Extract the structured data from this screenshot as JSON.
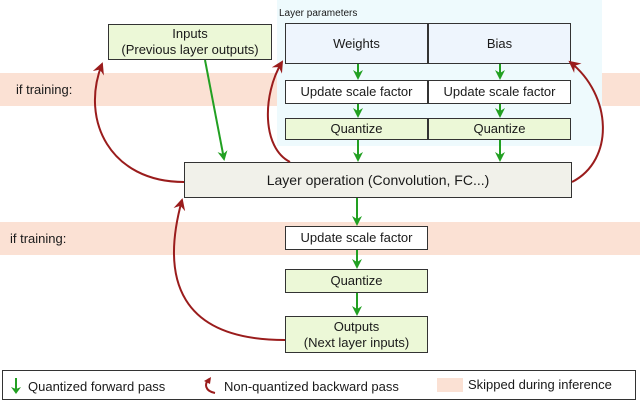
{
  "header": {
    "layer_params": "Layer parameters"
  },
  "if_training_label": "if training:",
  "boxes": {
    "inputs": "Inputs\n(Previous layer outputs)",
    "weights": "Weights",
    "bias": "Bias",
    "update_w": "Update scale factor",
    "update_b": "Update scale factor",
    "quantize_w": "Quantize",
    "quantize_b": "Quantize",
    "layer_op": "Layer operation (Convolution, FC...)",
    "update_out": "Update scale factor",
    "quantize_out": "Quantize",
    "outputs": "Outputs\n(Next layer inputs)"
  },
  "legend": {
    "forward": "Quantized forward pass",
    "backward": "Non-quantized backward pass",
    "skipped": "Skipped during inference"
  },
  "colors": {
    "forward_arrow": "#22a022",
    "backward_arrow": "#9a1c1c",
    "skipped_band": "#fbe1d4"
  }
}
